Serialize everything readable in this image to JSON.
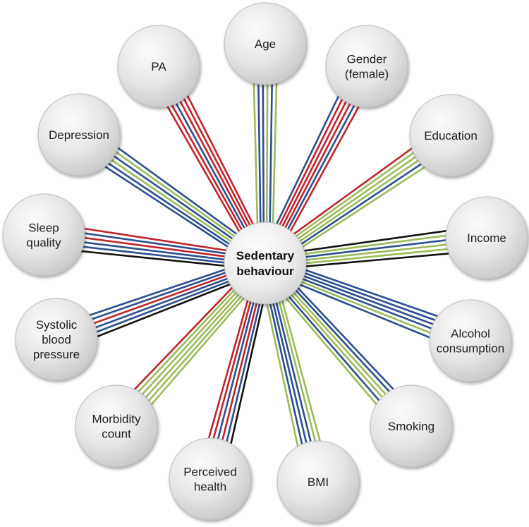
{
  "center": {
    "lines": [
      "Sedentary",
      "behaviour"
    ]
  },
  "colors": {
    "red": "#c0242b",
    "blue": "#2c4f8f",
    "green": "#9bbb59",
    "black": "#111111",
    "bubble_light": "#f7f7f7",
    "bubble_dark": "#c8c8c8",
    "bubble_edge": "#bdbdbd"
  },
  "nodes": [
    {
      "id": "age",
      "lines": [
        "Age"
      ],
      "links": [
        "green",
        "blue",
        "blue",
        "green",
        "blue",
        "green"
      ]
    },
    {
      "id": "gender",
      "lines": [
        "Gender",
        "(female)"
      ],
      "links": [
        "blue",
        "red",
        "red",
        "red",
        "blue",
        "red"
      ]
    },
    {
      "id": "education",
      "lines": [
        "Education"
      ],
      "links": [
        "red",
        "green",
        "green",
        "green",
        "blue",
        "green"
      ]
    },
    {
      "id": "income",
      "lines": [
        "Income"
      ],
      "links": [
        "black",
        "green",
        "blue",
        "green",
        "green",
        "black"
      ]
    },
    {
      "id": "alcohol",
      "lines": [
        "Alcohol",
        "consumption"
      ],
      "links": [
        "blue",
        "blue",
        "blue",
        "blue",
        "green",
        "blue"
      ]
    },
    {
      "id": "smoking",
      "lines": [
        "Smoking"
      ],
      "links": [
        "blue",
        "blue",
        "green",
        "green",
        "blue",
        "green"
      ]
    },
    {
      "id": "bmi",
      "lines": [
        "BMI"
      ],
      "links": [
        "green",
        "green",
        "blue",
        "blue",
        "blue",
        "green"
      ]
    },
    {
      "id": "perceived-health",
      "lines": [
        "Perceived",
        "health"
      ],
      "links": [
        "black",
        "blue",
        "red",
        "blue",
        "red",
        "red"
      ]
    },
    {
      "id": "morbidity",
      "lines": [
        "Morbidity",
        "count"
      ],
      "links": [
        "green",
        "green",
        "green",
        "green",
        "green",
        "red"
      ]
    },
    {
      "id": "systolic",
      "lines": [
        "Systolic",
        "blood",
        "pressure"
      ],
      "links": [
        "black",
        "blue",
        "blue",
        "red",
        "blue",
        "blue"
      ]
    },
    {
      "id": "sleep",
      "lines": [
        "Sleep",
        "quality"
      ],
      "links": [
        "black",
        "blue",
        "blue",
        "red",
        "blue",
        "red"
      ]
    },
    {
      "id": "depression",
      "lines": [
        "Depression"
      ],
      "links": [
        "blue",
        "blue",
        "green",
        "blue",
        "green",
        "blue"
      ]
    },
    {
      "id": "pa",
      "lines": [
        "PA"
      ],
      "links": [
        "red",
        "red",
        "blue",
        "red",
        "red",
        "red"
      ]
    }
  ]
}
